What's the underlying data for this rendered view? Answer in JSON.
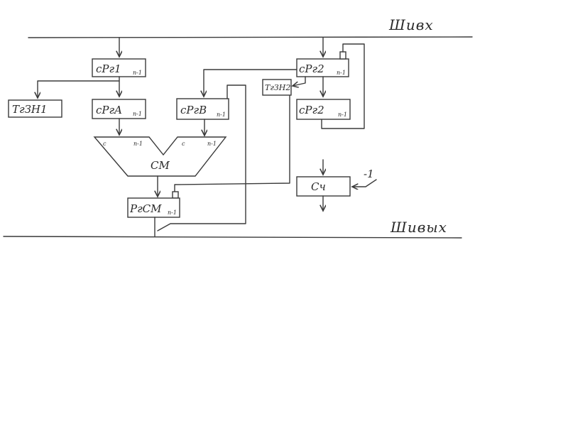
{
  "buses": {
    "input": "Шивх",
    "output": "Шивых"
  },
  "blocks": {
    "rg1": {
      "label": "сРг1",
      "sub": "n-1"
    },
    "rg_a": {
      "label": "сРгA",
      "sub": "n-1"
    },
    "rg_b": {
      "label": "сРгB",
      "sub": "n-1"
    },
    "rg2_top": {
      "label": "сРг2",
      "sub": "n-1"
    },
    "rg2_bottom": {
      "label": "сРг2",
      "sub": "n-1"
    },
    "rg_sm": {
      "label": "РгСМ",
      "sub": "n-1"
    },
    "tgzn1": {
      "label": "ТгЗН1"
    },
    "tgzn2": {
      "label": "ТгЗН2"
    },
    "counter": {
      "label": "Сч"
    },
    "adder": {
      "label": "СМ",
      "left_in_c": "c",
      "left_in_n": "n-1",
      "right_in_c": "c",
      "right_in_n": "n-1"
    },
    "counter_input": "-1"
  }
}
